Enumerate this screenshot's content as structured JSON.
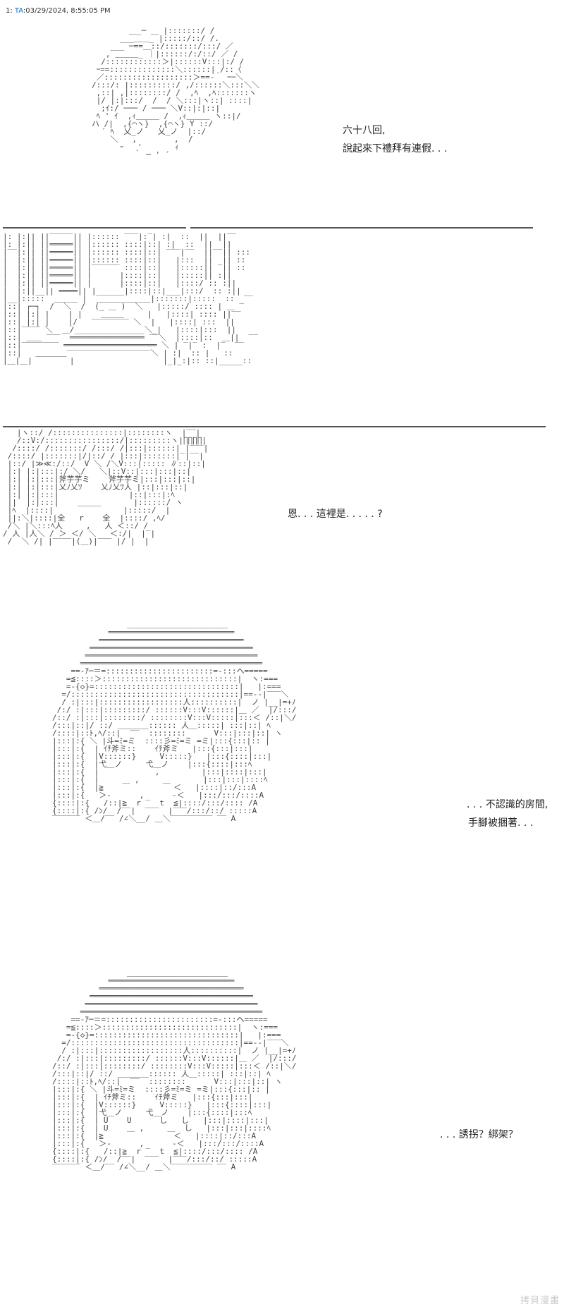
{
  "header": {
    "prefix": "1: ",
    "tag": "TA",
    "rest": ":03/29/2024, 8:55:05 PM"
  },
  "panels": [
    {
      "lines": [
        "六十八回,",
        "說起來下禮拜有連假. . ."
      ]
    },
    {
      "lines": [
        "恩. . . 這裡是. . . . . ?"
      ]
    },
    {
      "lines": [
        ". . . 不認識的房間,",
        "手腳被捆著. . ."
      ]
    },
    {
      "lines": [
        ". . . 誘拐？綁架？"
      ]
    }
  ],
  "watermark": "拷貝漫畫"
}
